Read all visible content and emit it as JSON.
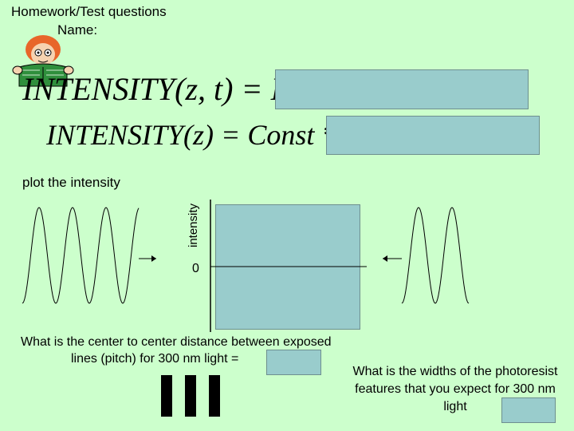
{
  "header": {
    "title": "Homework/Test questions",
    "name_label": "Name:"
  },
  "equations": {
    "eq1": "INTENSITY(z, t) = I * [",
    "eq2": "INTENSITY(z) = Const *"
  },
  "plot": {
    "instruction": "plot the intensity",
    "y_axis_label": "intensity",
    "origin_label": "0"
  },
  "questions": {
    "q1_line1": "What is the center to center distance between exposed",
    "q1_line2": "lines (pitch) for 300 nm light  =",
    "q2": "What is the widths of the photoresist features that you expect for 300 nm light"
  },
  "icons": {
    "cartoon": "student-reading-icon"
  },
  "colors": {
    "background": "#ccffcc",
    "answer_box": "#99cccc"
  }
}
